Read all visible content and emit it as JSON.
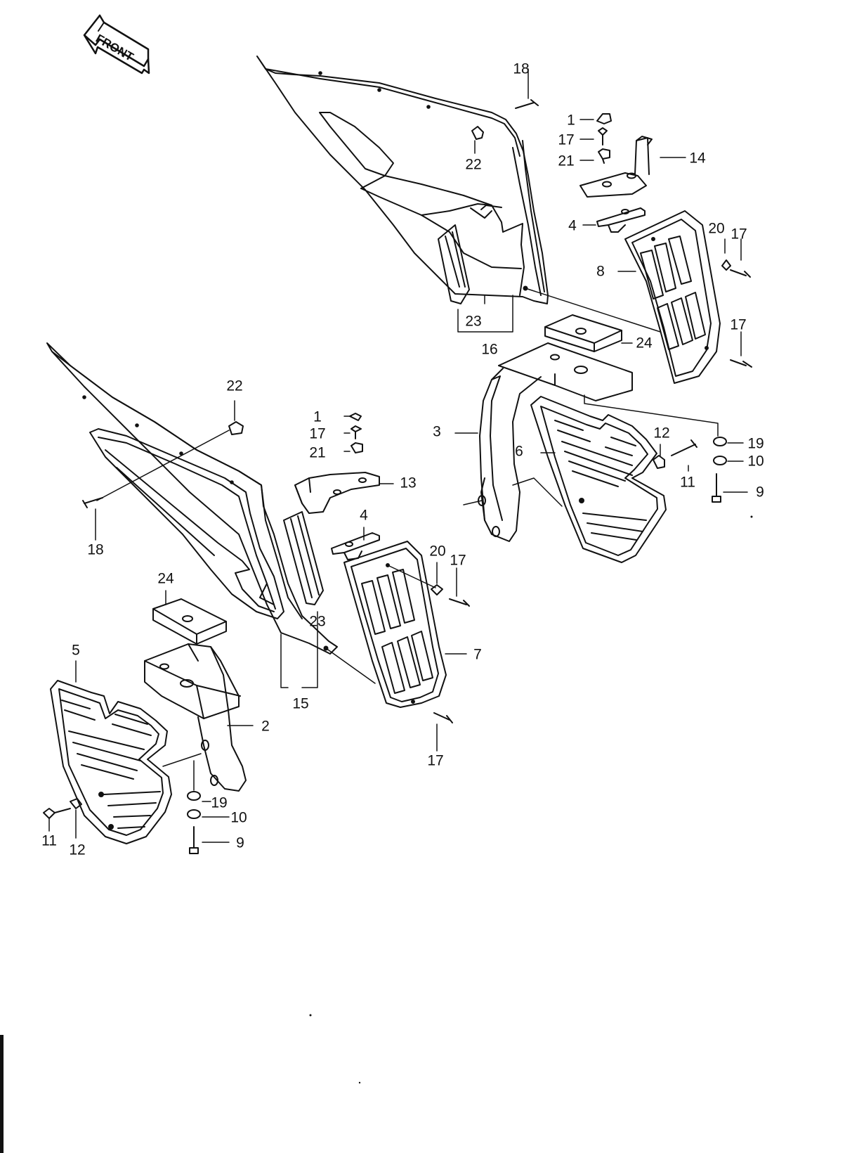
{
  "front_arrow": {
    "text": "FRONT"
  },
  "callouts": {
    "p1a": "1",
    "p17a": "17",
    "p21a": "21",
    "p14": "14",
    "p18a": "18",
    "p22a": "22",
    "p4a": "4",
    "p20a": "20",
    "p17b": "17",
    "p8": "8",
    "p17c": "17",
    "p23a": "23",
    "p16": "16",
    "p24a": "24",
    "p3": "3",
    "p6": "6",
    "p12a": "12",
    "p19a": "19",
    "p10a": "10",
    "p11a": "11",
    "p9a": "9",
    "p22b": "22",
    "p1b": "1",
    "p17d": "17",
    "p21b": "21",
    "p13": "13",
    "p18b": "18",
    "p4b": "4",
    "p20b": "20",
    "p17e": "17",
    "p24b": "24",
    "p23b": "23",
    "p7": "7",
    "p15": "15",
    "p5": "5",
    "p2": "2",
    "p17f": "17",
    "p19b": "19",
    "p10b": "10",
    "p9b": "9",
    "p11b": "11",
    "p12b": "12"
  },
  "colors": {
    "line": "#111111",
    "background": "#ffffff"
  }
}
